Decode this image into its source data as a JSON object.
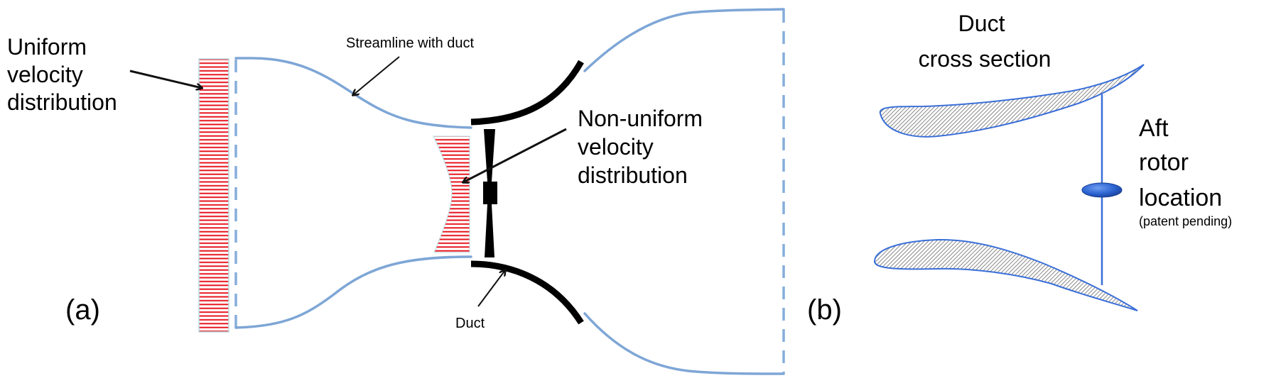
{
  "figure": {
    "panel_a": {
      "label": "(a)",
      "uniform_label": [
        "Uniform",
        "velocity",
        "distribution"
      ],
      "streamline_label": "Streamline with duct",
      "nonuniform_label": [
        "Non-uniform",
        "velocity",
        "distribution"
      ],
      "duct_label": "Duct"
    },
    "panel_b": {
      "label": "(b)",
      "cross_section_label": [
        "Duct",
        "cross section"
      ],
      "rotor_label": [
        "Aft",
        "rotor",
        "location"
      ],
      "rotor_note": "(patent pending)"
    },
    "colors": {
      "streamline": "#7ea6d6",
      "velocity_hatch": "#e8141e",
      "duct": "#000000",
      "airfoil_outline": "#3a6fd8",
      "rotor": "#2b63d1"
    }
  }
}
